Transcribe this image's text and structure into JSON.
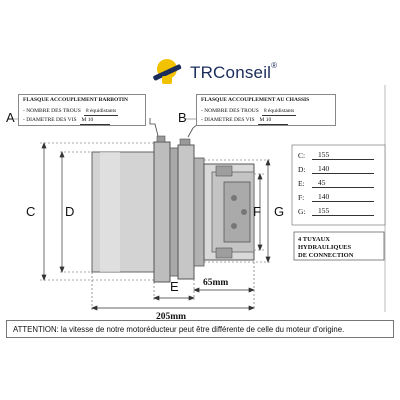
{
  "brand": {
    "name": "TRConseil",
    "mark": "®"
  },
  "letters": {
    "a": "A",
    "b": "B",
    "c": "C",
    "d": "D",
    "e": "E",
    "f": "F",
    "g": "G"
  },
  "flange_drive": {
    "title": "FLASQUE ACCOUPLEMENT BARBOTIN",
    "holes_label": "- NOMBRE DES TROUS",
    "holes_value": "8 équidistants",
    "screw_label": "- DIAMETRE DES VIS",
    "screw_value": "M 10"
  },
  "flange_chassis": {
    "title": "FLASQUE ACCOUPLEMENT AU CHASSIS",
    "holes_label": "- NOMBRE DES TROUS",
    "holes_value": "8 équidistants",
    "screw_label": "- DIAMETRE DES VIS",
    "screw_value": "M 10"
  },
  "dimensions": [
    {
      "key": "C:",
      "value": "155"
    },
    {
      "key": "D:",
      "value": "140"
    },
    {
      "key": "E:",
      "value": "45"
    },
    {
      "key": "F:",
      "value": "140"
    },
    {
      "key": "G:",
      "value": "155"
    }
  ],
  "hydraulic_note": [
    "4 TUYAUX HYDRAULIQUES",
    "DE CONNECTION"
  ],
  "dim_65": "65mm",
  "dim_205": "205mm",
  "warning": "ATTENTION: la vitesse de notre motoréducteur peut être différente de celle du moteur d’origine."
}
